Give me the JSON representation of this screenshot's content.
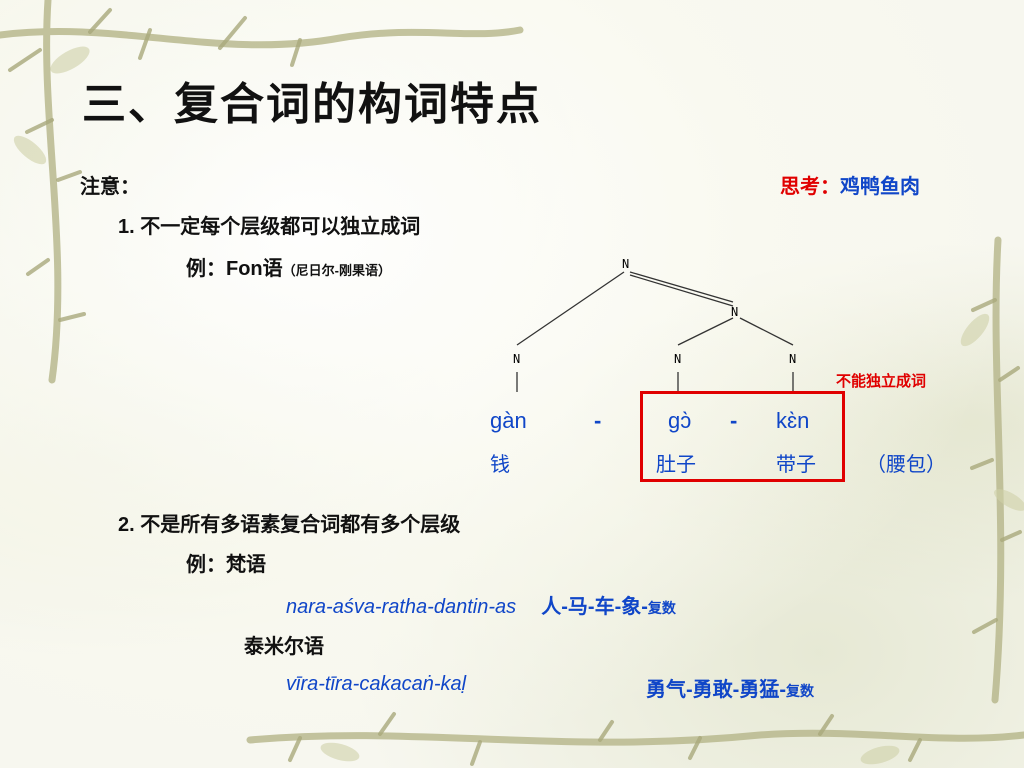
{
  "slide": {
    "title": "三、复合词的构词特点",
    "note_label": "注意：",
    "think_label": "思考：",
    "think_value": "鸡鸭鱼肉",
    "point1": "1. 不一定每个层级都可以独立成词",
    "example1_label": "例：Fon语",
    "example1_note": "（尼日尔-刚果语）",
    "tree": {
      "nodes": [
        "N",
        "N",
        "N",
        "N",
        "N"
      ]
    },
    "cannot_stand_alone": "不能独立成词",
    "fon": {
      "w1": "gàn",
      "dash1": "-",
      "w2": "gɔ̀",
      "dash2": "-",
      "w3": "kɛ̀n",
      "g1": "钱",
      "g2": "肚子",
      "g3": "带子",
      "meaning": "（腰包）"
    },
    "point2": "2. 不是所有多语素复合词都有多个层级",
    "example2_label": "例：梵语",
    "sanskrit": {
      "form": "nara-aśva-ratha-dantin-as",
      "gloss": "人-马-车-象-",
      "gloss_suffix": "复数"
    },
    "tamil_label": "泰米尔语",
    "tamil": {
      "form": "vīra-tīra-cakacaṅ-kaḷ",
      "gloss": "勇气-勇敢-勇猛-",
      "gloss_suffix": "复数"
    }
  }
}
